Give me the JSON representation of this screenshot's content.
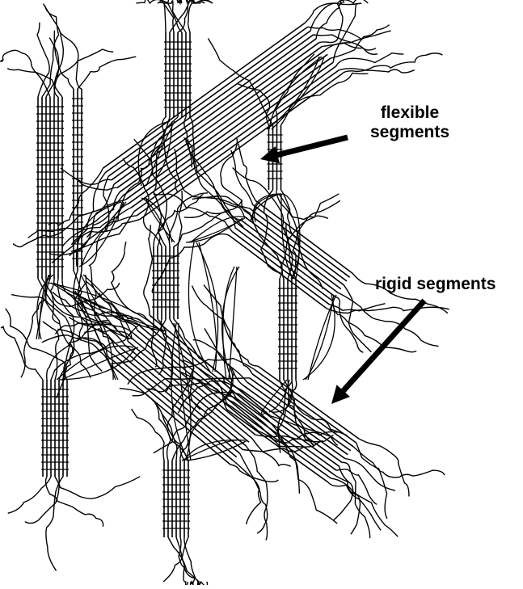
{
  "diagram": {
    "labels": {
      "flexible_line1": "flexible",
      "flexible_line2": "segments",
      "rigid": "rigid segments"
    },
    "colors": {
      "ink": "#000000",
      "background": "#ffffff"
    }
  }
}
